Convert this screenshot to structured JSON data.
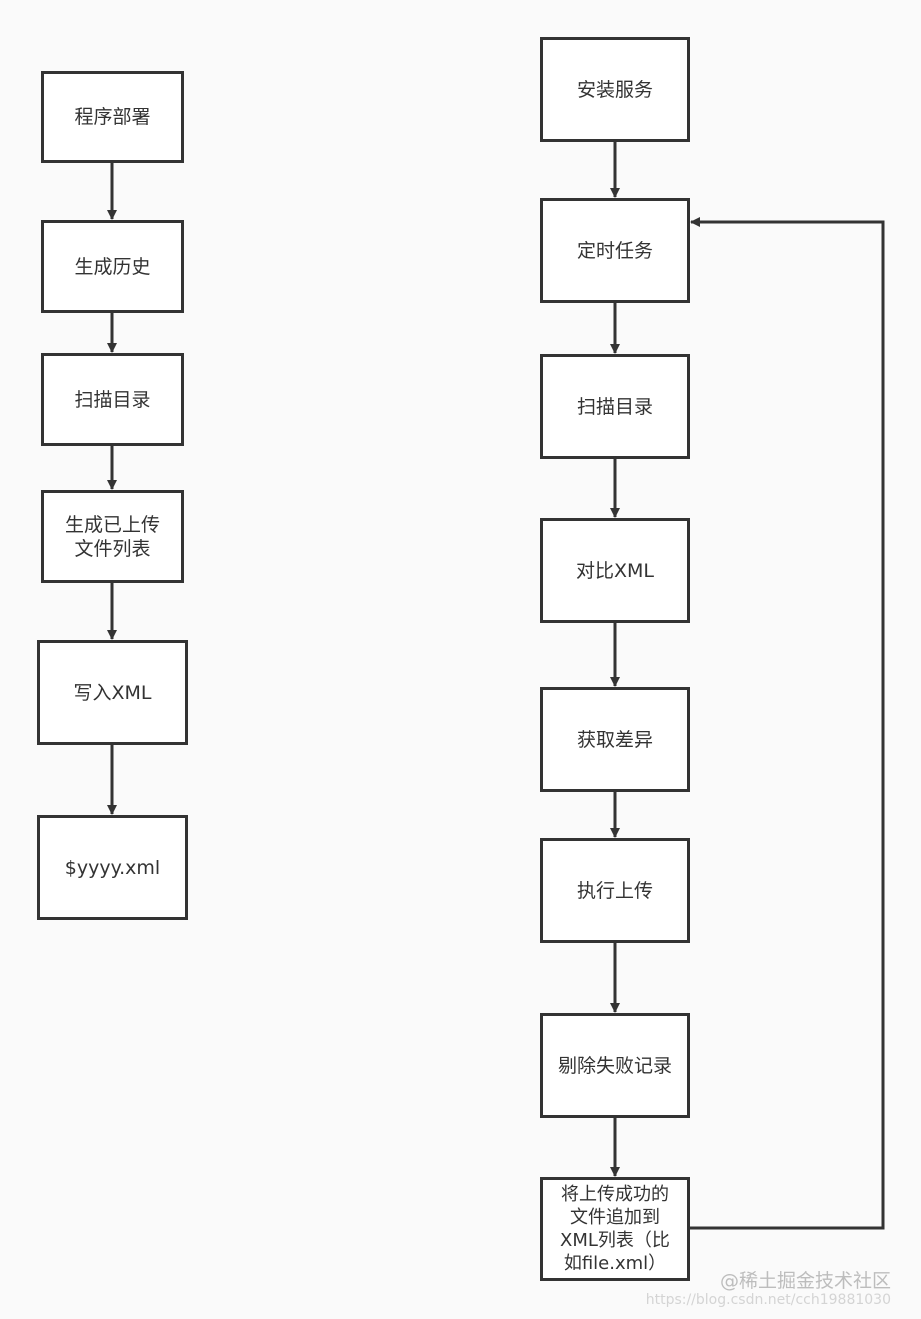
{
  "left_flow": [
    "程序部署",
    "生成历史",
    "扫描目录",
    "生成已上传\n文件列表",
    "写入XML",
    "$yyyy.xml"
  ],
  "right_flow": [
    "安装服务",
    "定时任务",
    "扫描目录",
    "对比XML",
    "获取差异",
    "执行上传",
    "剔除失败记录",
    "将上传成功的\n文件追加到\nXML列表（比\n如file.xml）"
  ],
  "watermark": {
    "line1": "@稀土掘金技术社区",
    "line2": "https://blog.csdn.net/cch19881030"
  }
}
